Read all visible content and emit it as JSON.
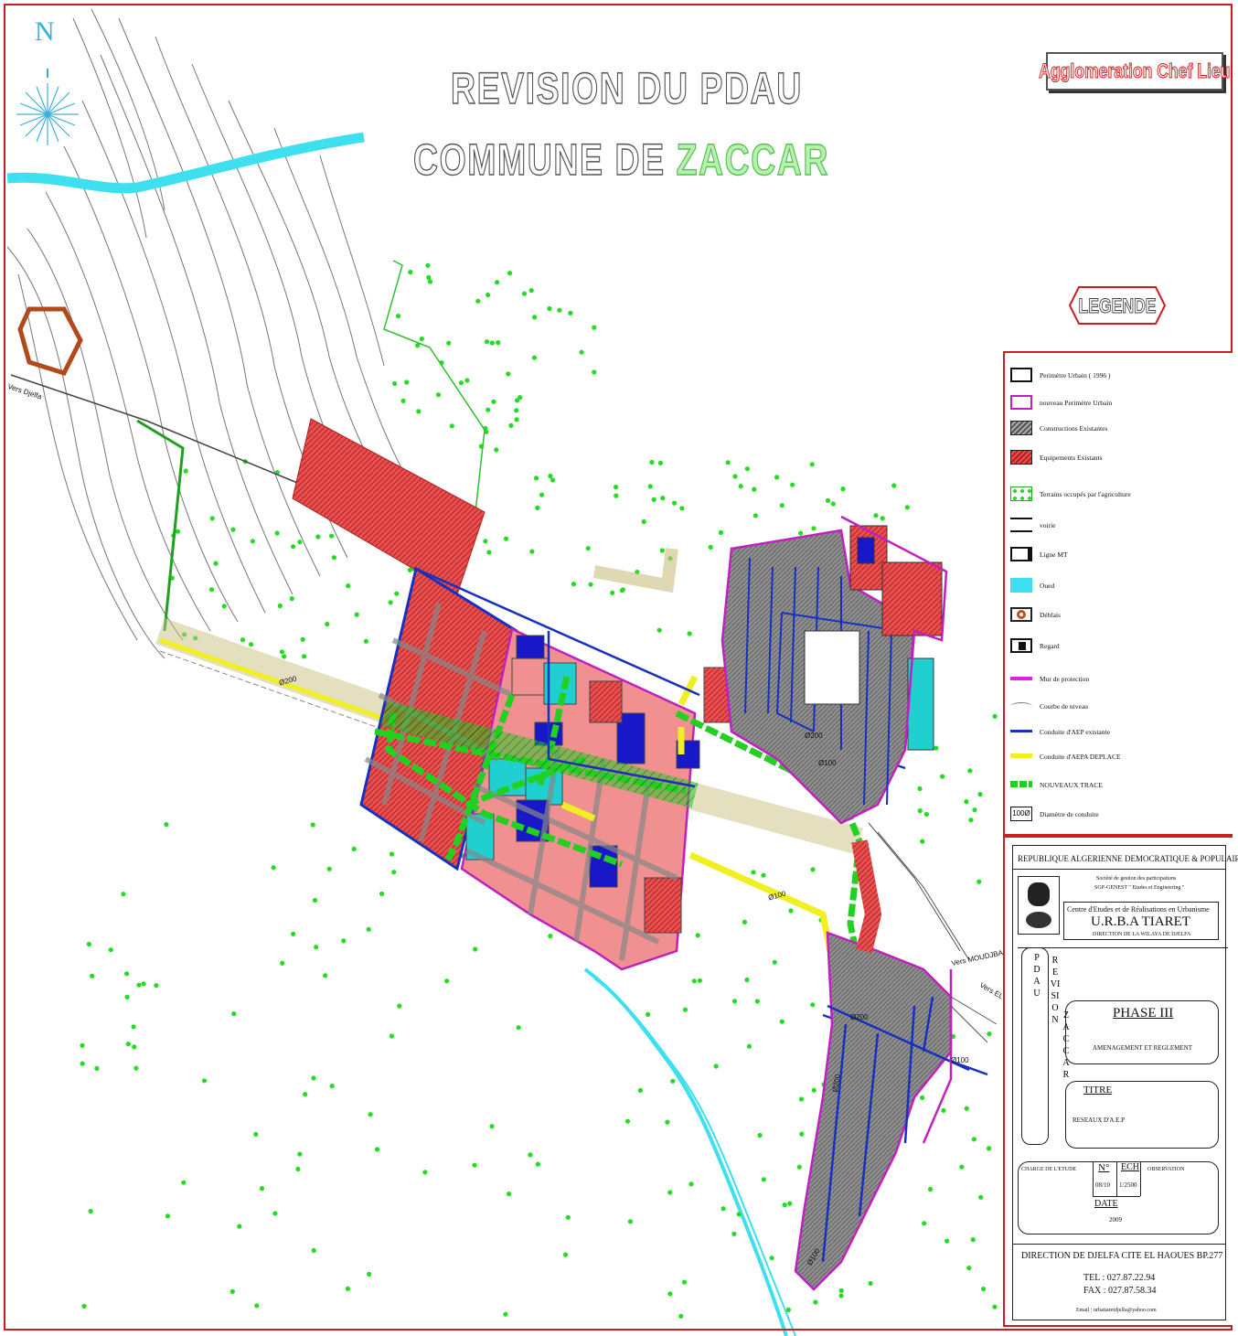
{
  "title": {
    "line1": "REVISION DU PDAU",
    "line2_prefix": "COMMUNE  DE",
    "line2_name": "ZACCAR"
  },
  "agglomeration_label": "Agglomeration Chef Lieu",
  "legend_badge": "LEGENDE",
  "north_label": "N",
  "map_labels": {
    "vers_djelfa": "Vers Djelfa",
    "vers_moudjbara": "Vers MOUDJBARA",
    "vers_el_idrissia": "Vers EL IDRISSIA",
    "diam_1": "Ø200",
    "diam_2": "Ø100",
    "diam_3": "Ø200",
    "diam_4": "Ø100",
    "diam_5": "Ø200",
    "diam_6": "Ø100",
    "diam_7": "Ø200",
    "diam_8": "Ø100"
  },
  "legend": {
    "items": [
      {
        "label": "Perimètre Urbain ( 1996 )",
        "swatch": "black-outline"
      },
      {
        "label": "nouveau Perimètre Urbain",
        "swatch": "magenta-outline"
      },
      {
        "label": "Constructions Existantes",
        "swatch": "grey-hatch"
      },
      {
        "label": "Equipements Existants",
        "swatch": "red-hatch"
      },
      {
        "label": "Terrains occupés par l'agriculture",
        "swatch": "green-dots"
      },
      {
        "label": "voirie",
        "swatch": "double-line"
      },
      {
        "label": "Ligne MT",
        "swatch": "power-line"
      },
      {
        "label": "Oued",
        "swatch": "cyan-river"
      },
      {
        "label": "Déblais",
        "swatch": "brown-ring"
      },
      {
        "label": "Regard",
        "swatch": "black-square"
      },
      {
        "label": "Mur de protection",
        "swatch": "magenta-line"
      },
      {
        "label": "Courbe de niveau",
        "swatch": "grey-curve"
      },
      {
        "label": "Conduite d'AEP existante",
        "swatch": "blue-line"
      },
      {
        "label": "Conduite d'AEPA DEPLACE",
        "swatch": "yellow-line"
      },
      {
        "label": "NOUVEAUX TRACE",
        "swatch": "green-dashed"
      },
      {
        "label": "Diamètre de conduite",
        "swatch": "diam-box",
        "sample": "100Ø"
      }
    ]
  },
  "cartouche": {
    "republic": "REPUBLIQUE ALGERIENNE DEMOCRATIQUE & POPULAIRE",
    "societe_1": "Société de gestion des participations",
    "societe_2": "SGP-GENEST \" Etudes et Engineering \"",
    "centre": "Centre d'Etudes et de Réalisations en Urbanisme",
    "urba": "U.R.B.A TIARET",
    "direction_wilaya": "DIRECTION DE LA WILAYA DE DJELFA",
    "vertical_left": "PDAU",
    "vertical_right_1": "REVISION",
    "vertical_right_2": "ZACCAR",
    "phase": "PHASE  III",
    "phase_sub": "AMENAGEMENT ET REGLEMENT",
    "titre_label": "TITRE",
    "titre_value": "RESEAUX D'A.E.P",
    "charge": "CHARGE DE L'ETUDE",
    "num_label": "N°",
    "num_value": "08/10",
    "ech_label": "ECH",
    "ech_value": "1/2500",
    "observation": "OBSERVATION",
    "date_label": "DATE",
    "date_value": "2009",
    "address": "DIRECTION DE DJELFA CITE EL HAOUES BP.277",
    "tel": "TEL : 027.87.22.94",
    "fax": "FAX : 027.87.58.34",
    "email": "Email : urbatiaretdjelfa@yahoo.com"
  },
  "colors": {
    "frame": "#c82020",
    "river": "#3ee0f0",
    "urban_red": "#e85050",
    "blocks_pink": "#f09090",
    "blocks_cyan": "#20d0d0",
    "blocks_blue": "#1818c8",
    "built_grey": "#8a8a8a",
    "agri_dots": "#22dd22",
    "perimeter_magenta": "#c020c0",
    "aep_blue": "#1830c0",
    "aep_yellow": "#f0f020",
    "new_green": "#22d022"
  }
}
